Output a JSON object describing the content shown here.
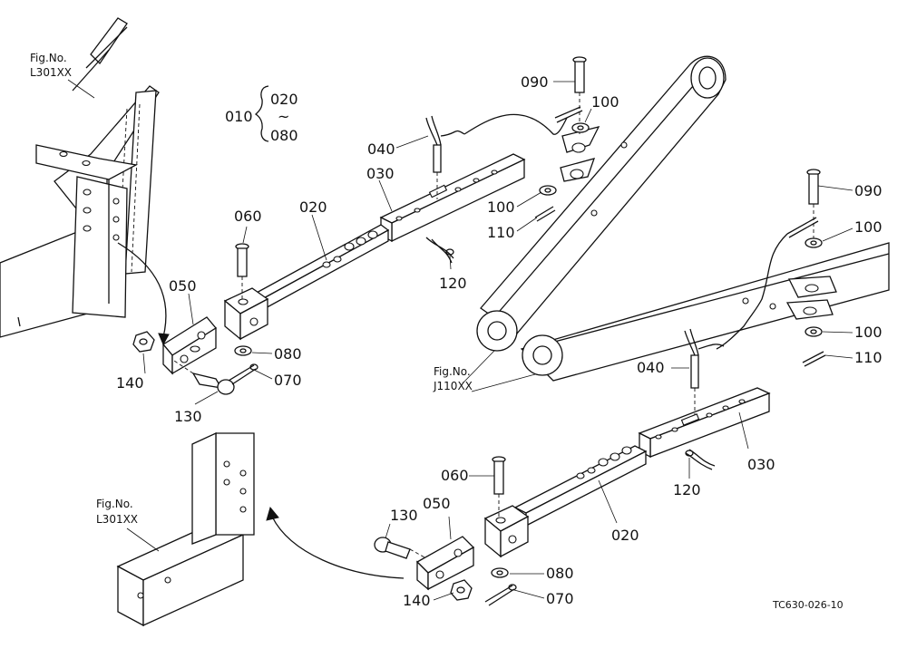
{
  "drawing_code": "TC630-026-10",
  "references": {
    "frame_top": {
      "line1": "Fig.No.",
      "line2": "L301XX"
    },
    "frame_bottom": {
      "line1": "Fig.No.",
      "line2": "L301XX"
    },
    "lift_arm": {
      "line1": "Fig.No.",
      "line2": "J110XX"
    }
  },
  "assembly_bracket": {
    "parent": "010",
    "from": "020",
    "tilde": "~",
    "to": "080"
  },
  "parts": {
    "p090a": "090",
    "p100a": "100",
    "p040a": "040",
    "p030a": "030",
    "p100b": "100",
    "p110a": "110",
    "p120a": "120",
    "p060a": "060",
    "p020a": "020",
    "p050a": "050",
    "p080a": "080",
    "p070a": "070",
    "p140a": "140",
    "p130a": "130",
    "p090b": "090",
    "p100c": "100",
    "p100d": "100",
    "p110b": "110",
    "p040b": "040",
    "p030b": "030",
    "p120b": "120",
    "p060b": "060",
    "p020b": "020",
    "p050b": "050",
    "p130b": "130",
    "p080b": "080",
    "p070b": "070",
    "p140b": "140"
  }
}
